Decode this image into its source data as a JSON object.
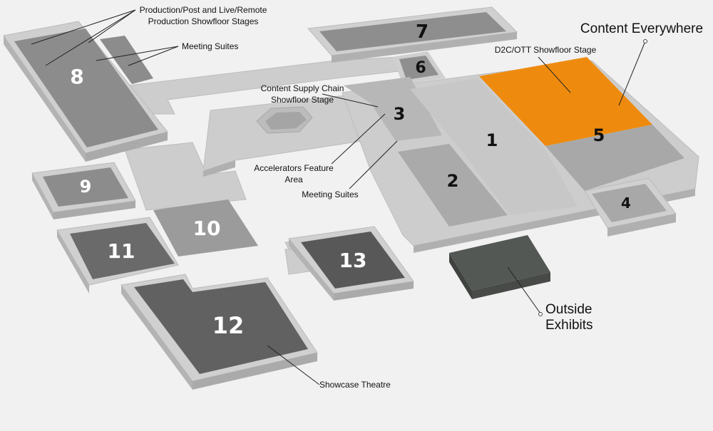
{
  "map": {
    "halls": [
      {
        "id": "1",
        "label": "1"
      },
      {
        "id": "2",
        "label": "2"
      },
      {
        "id": "3",
        "label": "3"
      },
      {
        "id": "4",
        "label": "4"
      },
      {
        "id": "5",
        "label": "5"
      },
      {
        "id": "6",
        "label": "6"
      },
      {
        "id": "7",
        "label": "7"
      },
      {
        "id": "8",
        "label": "8"
      },
      {
        "id": "9",
        "label": "9"
      },
      {
        "id": "10",
        "label": "10"
      },
      {
        "id": "11",
        "label": "11"
      },
      {
        "id": "12",
        "label": "12"
      },
      {
        "id": "13",
        "label": "13"
      }
    ],
    "annotations": {
      "production_stages": [
        "Production/Post and Live/Remote",
        "Production Showfloor Stages"
      ],
      "meeting_suites_top": "Meeting Suites",
      "content_supply_chain": [
        "Content Supply Chain",
        "Showfloor Stage"
      ],
      "accelerators": [
        "Accelerators Feature",
        "Area"
      ],
      "meeting_suites_center": "Meeting Suites",
      "d2c_ott": "D2C/OTT Showfloor Stage",
      "content_everywhere": "Content Everywhere",
      "outside_exhibits": [
        "Outside",
        "Exhibits"
      ],
      "showcase_theatre": "Showcase Theatre"
    },
    "colors": {
      "background": "#f1f1f1",
      "corridor": "#cfcfcf",
      "highlight": "#ee8b0f",
      "hall_medium": "#9b9b9b",
      "hall_dark": "#5e5e5e",
      "outside": "#545854"
    }
  }
}
